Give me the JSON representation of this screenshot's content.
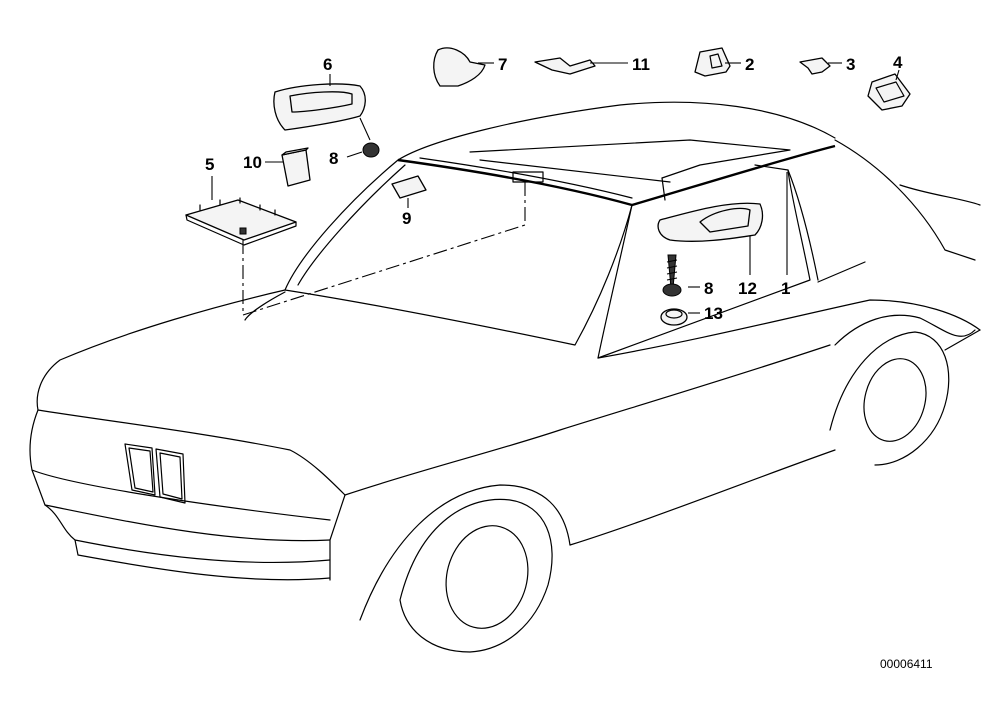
{
  "labels": [
    "6",
    "7",
    "11",
    "2",
    "3",
    "4",
    "5",
    "10",
    "8",
    "9",
    "8",
    "12",
    "1",
    "13"
  ],
  "drawing_number": "00006411"
}
